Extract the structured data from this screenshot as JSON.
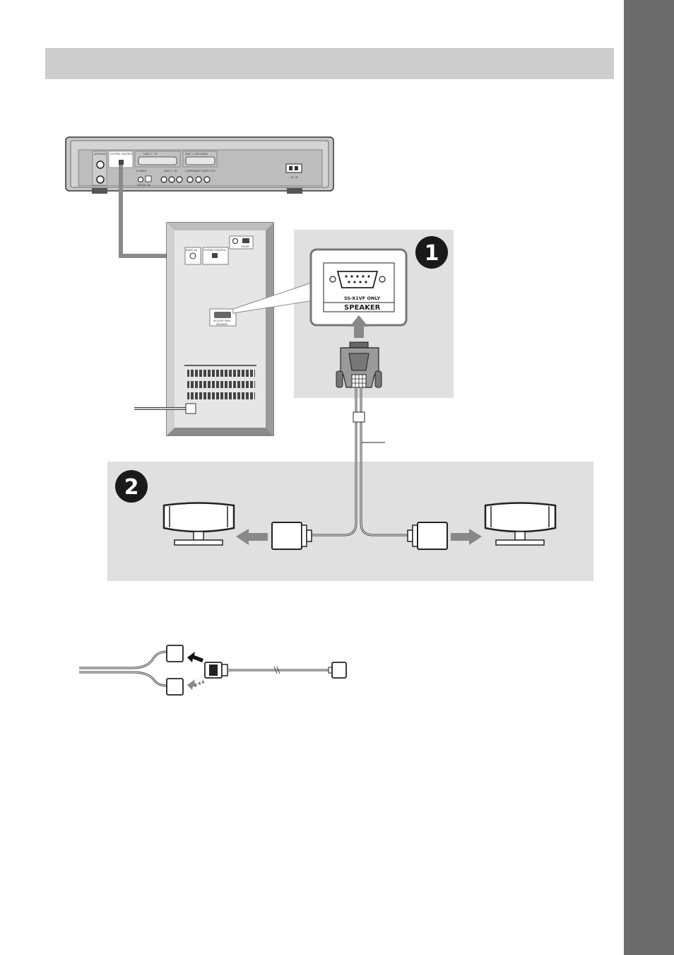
{
  "page": {
    "tab_color": "#6b6b6b",
    "band_color": "#cdcdcd",
    "panel_color": "#e0e0e0"
  },
  "receiver": {
    "labels": {
      "antenna": "ANTENNA",
      "system_control": "SYSTEM CONTROL",
      "line2_tv": "LINE 2 – TV",
      "line1_recorder": "LINE 1 / DECODER",
      "line3_in": "LINE 3 – IN",
      "s_video": "S VIDEO",
      "component_out": "COMPONENT VIDEO OUT",
      "digital_in": "DIGITAL IN",
      "ac_in": "~ AC IN"
    }
  },
  "subwoofer": {
    "labels": {
      "radio_in": "RADIO IN",
      "system_control": "SYSTEM CONTROL",
      "speaker_only": "SS-X1VF ONLY",
      "speaker": "SPEAKER",
      "fm_am": "FM/AM"
    }
  },
  "zoom_panel": {
    "badge": "1",
    "port_caption": "SS-X1VF ONLY",
    "port_label": "SPEAKER"
  },
  "speaker_panel": {
    "badge": "2"
  },
  "icons": {
    "badge_1": "step-1-icon",
    "badge_2": "step-2-icon",
    "arrow_up": "arrow-up-icon",
    "arrow_left": "arrow-left-icon",
    "arrow_right": "arrow-right-icon"
  }
}
